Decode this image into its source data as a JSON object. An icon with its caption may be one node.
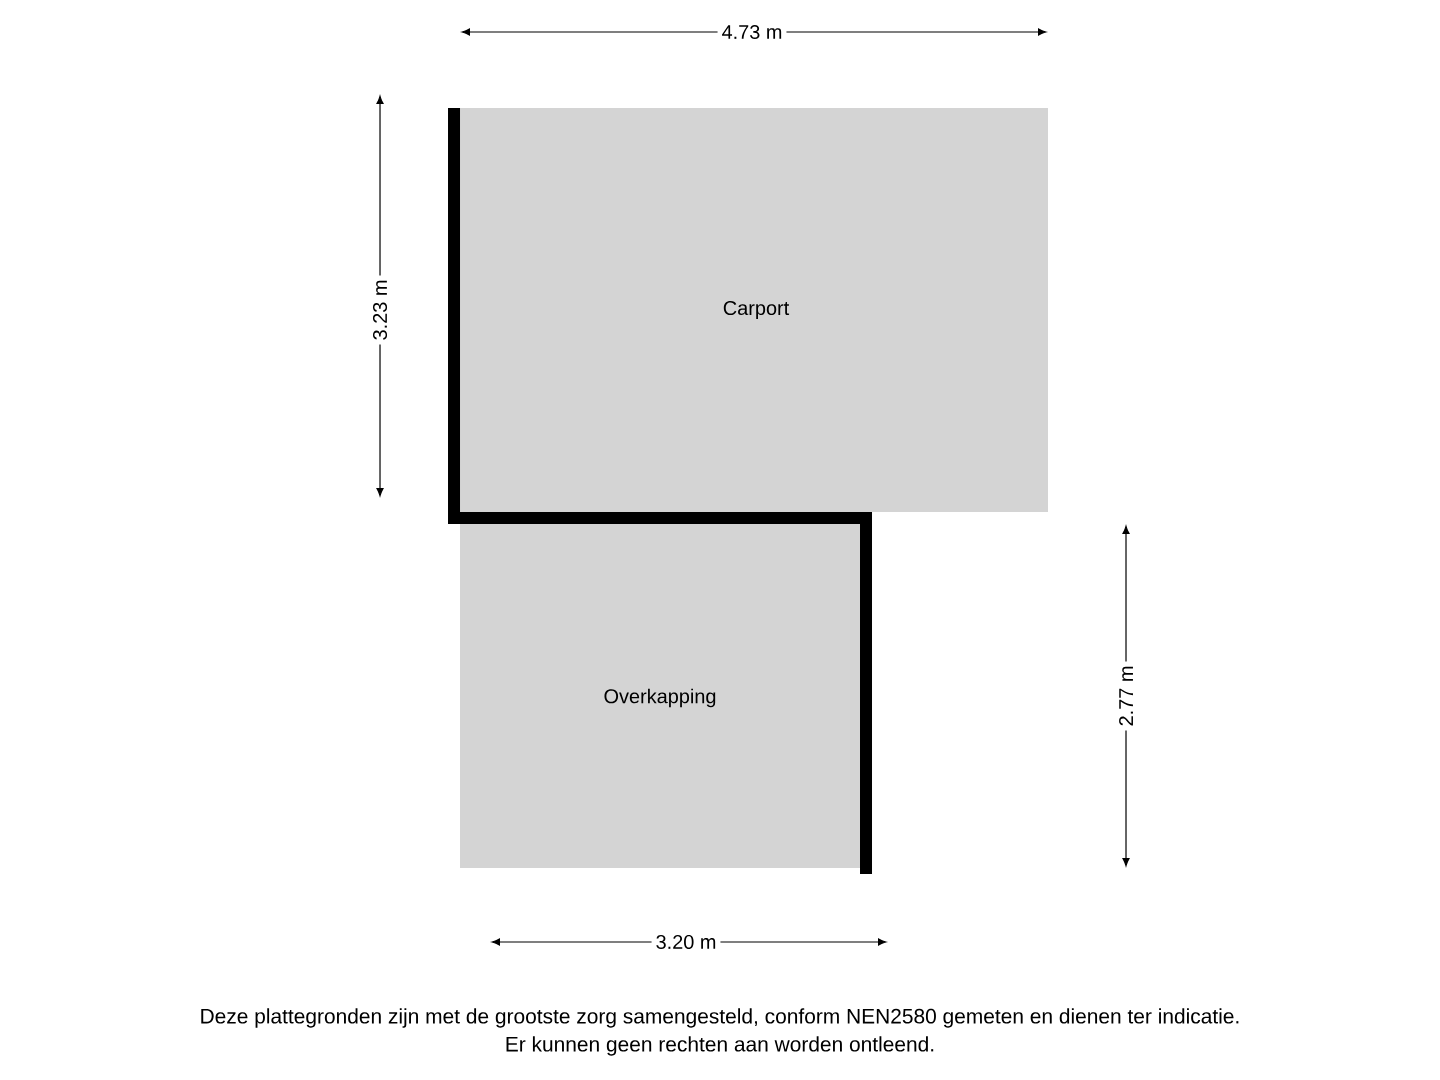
{
  "diagram": {
    "nodes": [
      {
        "text": [
          "Carport"
        ]
      },
      {
        "text": [
          "Overkapping"
        ]
      }
    ],
    "edges": [],
    "labels": [
      "4.73 m",
      "3.23 m",
      "2.77 m",
      "3.20 m",
      "Deze plattegronden zijn met de grootste zorg samengesteld, conform NEN2580 gemeten en dienen ter indicatie.",
      "Er kunnen geen rechten aan worden ontleend."
    ]
  }
}
